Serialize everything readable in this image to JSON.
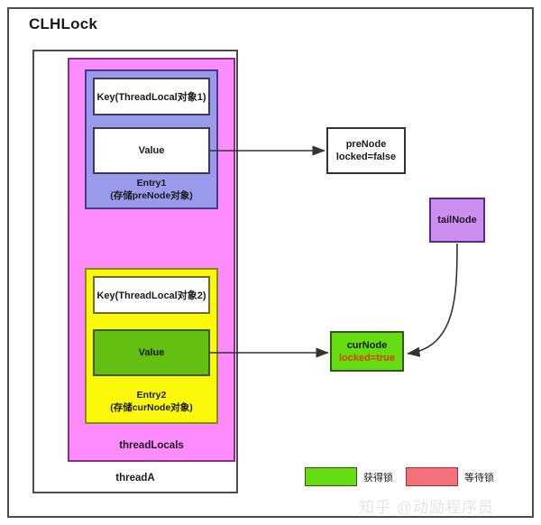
{
  "diagram": {
    "title": "CLHLock",
    "thread": {
      "label": "threadA"
    },
    "threadlocals": {
      "label": "threadLocals"
    },
    "entry1": {
      "key_label": "Key(ThreadLocal对象1)",
      "value_label": "Value",
      "name": "Entry1",
      "note": "(存储preNode对象)"
    },
    "entry2": {
      "key_label": "Key(ThreadLocal对象2)",
      "value_label": "Value",
      "name": "Entry2",
      "note": "(存储curNode对象)"
    },
    "nodes": {
      "prenode": {
        "name": "preNode",
        "state": "locked=false"
      },
      "curnode": {
        "name": "curNode",
        "state": "locked=true"
      },
      "tailnode": {
        "name": "tailNode"
      }
    },
    "legend": [
      {
        "label": "获得锁",
        "color": "#66dd11",
        "swatch": "acquired"
      },
      {
        "label": "等待锁",
        "color": "#f4717a",
        "swatch": "waiting"
      }
    ],
    "watermark": "知乎 @动励程序员",
    "colors": {
      "threadlocals_fill": "#ff8cff",
      "entry1_fill": "#9a9aec",
      "entry2_fill": "#fbf909",
      "curnode_fill": "#66dd11",
      "tailnode_fill": "#cc8df0",
      "locked_true_text": "#d94000"
    }
  }
}
